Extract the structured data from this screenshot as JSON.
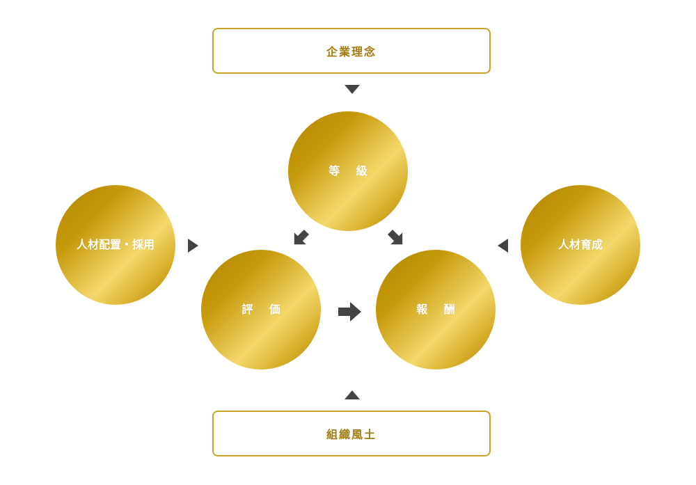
{
  "top_box": {
    "label": "企業理念"
  },
  "bottom_box": {
    "label": "組織風土"
  },
  "circles": {
    "grade": "等 級",
    "placement": "人材配置・採用",
    "development": "人材育成",
    "evaluation": "評 価",
    "reward": "報 酬"
  },
  "colors": {
    "gold_dark": "#b08300",
    "gold_light": "#f3d86b",
    "border": "#c9a227",
    "box_text": "#a07b10",
    "arrow": "#444444"
  }
}
